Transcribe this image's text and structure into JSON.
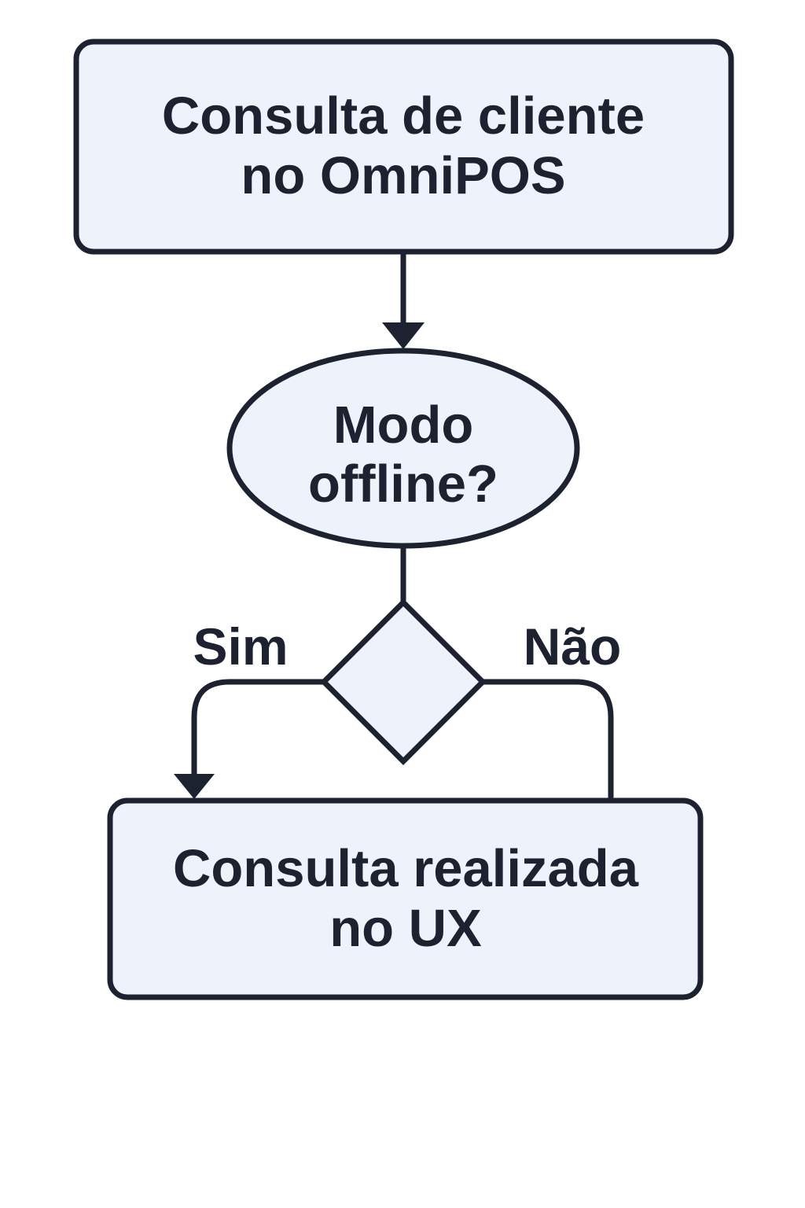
{
  "flowchart": {
    "start": {
      "line1": "Consulta de cliente",
      "line2": "no OmniPOS"
    },
    "decision": {
      "line1": "Modo",
      "line2": "offline?"
    },
    "result": {
      "line1": "Consulta realizada",
      "line2": "no UX"
    },
    "labels": {
      "yes": "Sim",
      "no": "Não"
    },
    "colors": {
      "stroke": "#1d2230",
      "fill": "#eef3fb",
      "text": "#1d2230",
      "background": "#ffffff"
    }
  }
}
